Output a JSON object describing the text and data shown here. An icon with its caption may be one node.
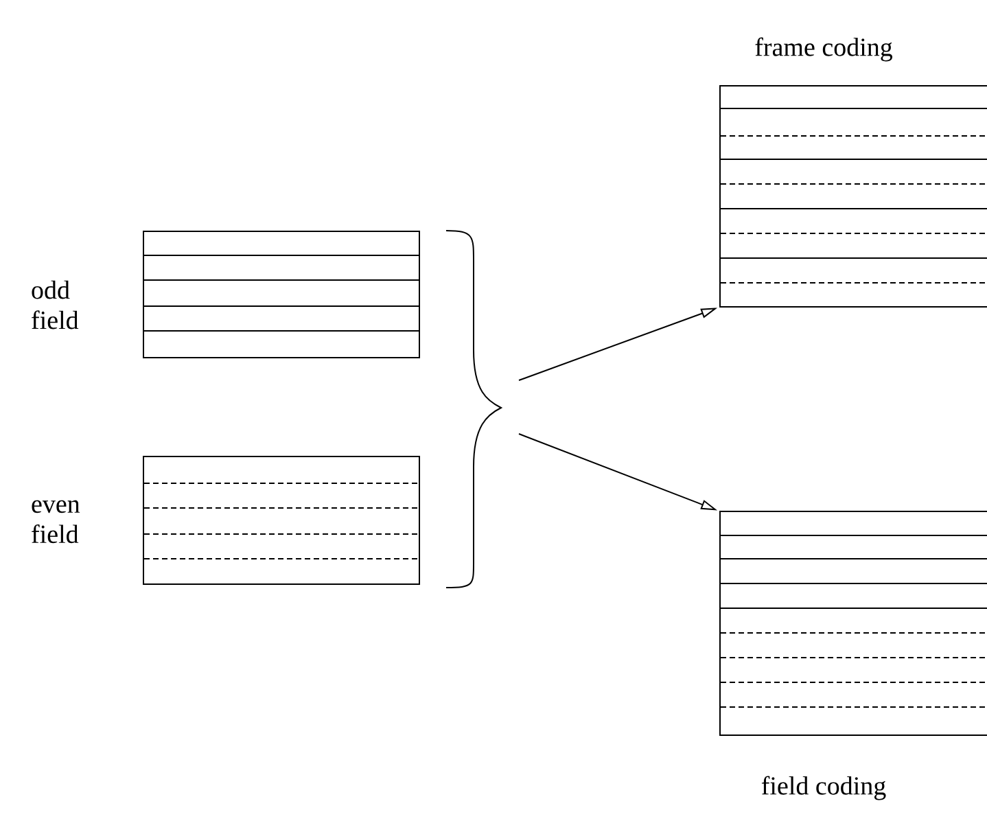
{
  "diagram": {
    "nodes": [
      {
        "text": [
          "odd field"
        ]
      },
      {
        "text": [
          "even field"
        ]
      },
      {
        "text": [
          "frame coding"
        ]
      },
      {
        "text": [
          "field coding"
        ]
      }
    ],
    "edges": [
      {
        "from": null,
        "to": 2,
        "arrow": "to"
      },
      {
        "from": null,
        "to": 3,
        "arrow": "to"
      }
    ]
  }
}
